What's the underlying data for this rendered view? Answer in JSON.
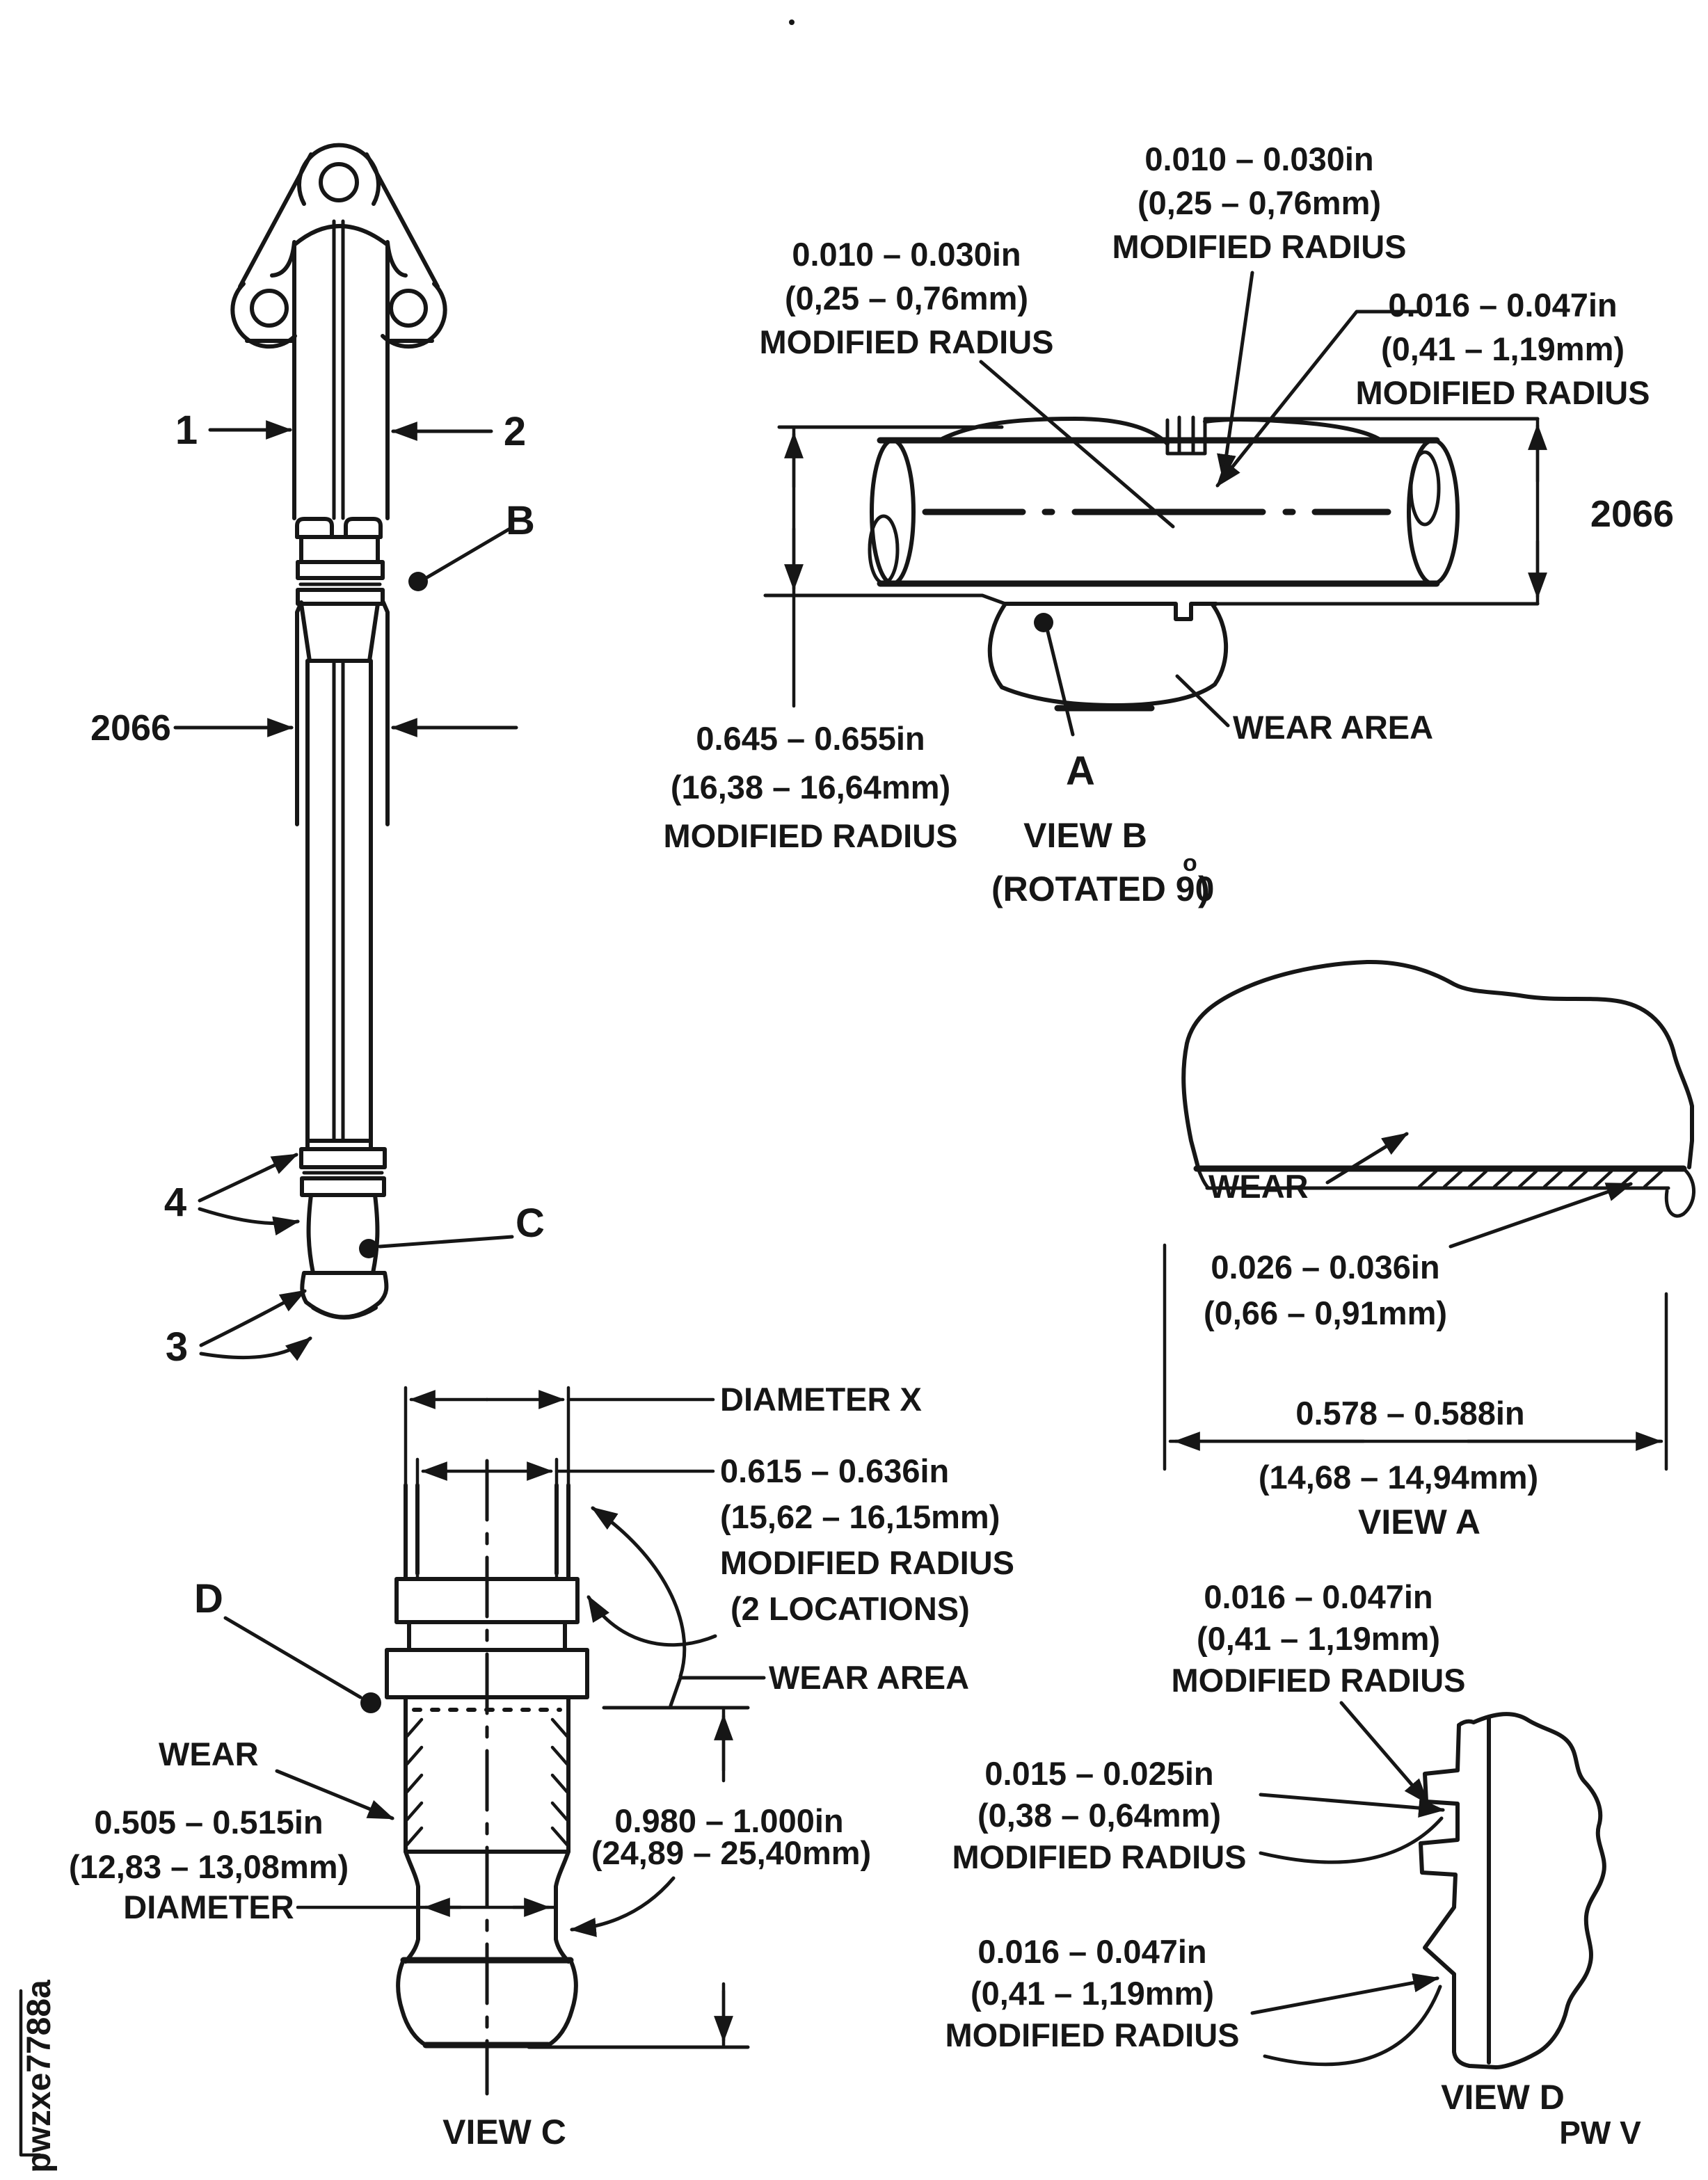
{
  "colors": {
    "ink": "#161616",
    "paper": "#ffffff"
  },
  "left_figure": {
    "callout_1": "1",
    "callout_2": "2",
    "callout_b": "B",
    "dim_2066": "2066",
    "callout_4": "4",
    "callout_c": "C",
    "callout_3": "3"
  },
  "view_b": {
    "radius_center_l1": "0.010 – 0.030in",
    "radius_center_l2": "(0,25 – 0,76mm)",
    "radius_center_l3": "MODIFIED RADIUS",
    "radius_left_l1": "0.010 – 0.030in",
    "radius_left_l2": "(0,25 – 0,76mm)",
    "radius_left_l3": "MODIFIED RADIUS",
    "radius_right_l1": "0.016 – 0.047in",
    "radius_right_l2": "(0,41 – 1,19mm)",
    "radius_right_l3": "MODIFIED RADIUS",
    "dim_2066": "2066",
    "radius_bottom_l1": "0.645 – 0.655in",
    "radius_bottom_l2": "(16,38 – 16,64mm)",
    "radius_bottom_l3": "MODIFIED RADIUS",
    "wear_area": "WEAR AREA",
    "callout_a": "A",
    "caption_l1": "VIEW B",
    "caption_l2": "(ROTATED 90",
    "caption_sup": "o",
    "caption_end": ")"
  },
  "view_a": {
    "wear": "WEAR",
    "dim_depth_l1": "0.026 – 0.036in",
    "dim_depth_l2": "(0,66 – 0,91mm)",
    "dim_width_l1": "0.578 – 0.588in",
    "dim_width_l2": "(14,68 – 14,94mm)",
    "caption": "VIEW A"
  },
  "view_c": {
    "diameter_x": "DIAMETER X",
    "radius_upper_l1": "0.615 – 0.636in",
    "radius_upper_l2": "(15,62 – 16,15mm)",
    "radius_upper_l3": "MODIFIED RADIUS",
    "radius_upper_l4": "(2 LOCATIONS)",
    "wear_area": "WEAR AREA",
    "wear": "WEAR",
    "callout_d": "D",
    "dim_diameter_l1": "0.505 – 0.515in",
    "dim_diameter_l2": "(12,83 – 13,08mm)",
    "dim_diameter_l3": "DIAMETER",
    "dim_height_l1": "0.980 – 1.000in",
    "dim_height_l2": "(24,89 – 25,40mm)",
    "caption": "VIEW C"
  },
  "view_d": {
    "radius_top_l1": "0.016 – 0.047in",
    "radius_top_l2": "(0,41 – 1,19mm)",
    "radius_top_l3": "MODIFIED RADIUS",
    "radius_mid_l1": "0.015 – 0.025in",
    "radius_mid_l2": "(0,38 – 0,64mm)",
    "radius_mid_l3": "MODIFIED RADIUS",
    "radius_bottom_l1": "0.016 – 0.047in",
    "radius_bottom_l2": "(0,41 – 1,19mm)",
    "radius_bottom_l3": "MODIFIED RADIUS",
    "caption": "VIEW D"
  },
  "footer": {
    "code": "PW V",
    "watermark": "pwzxe7788a"
  }
}
